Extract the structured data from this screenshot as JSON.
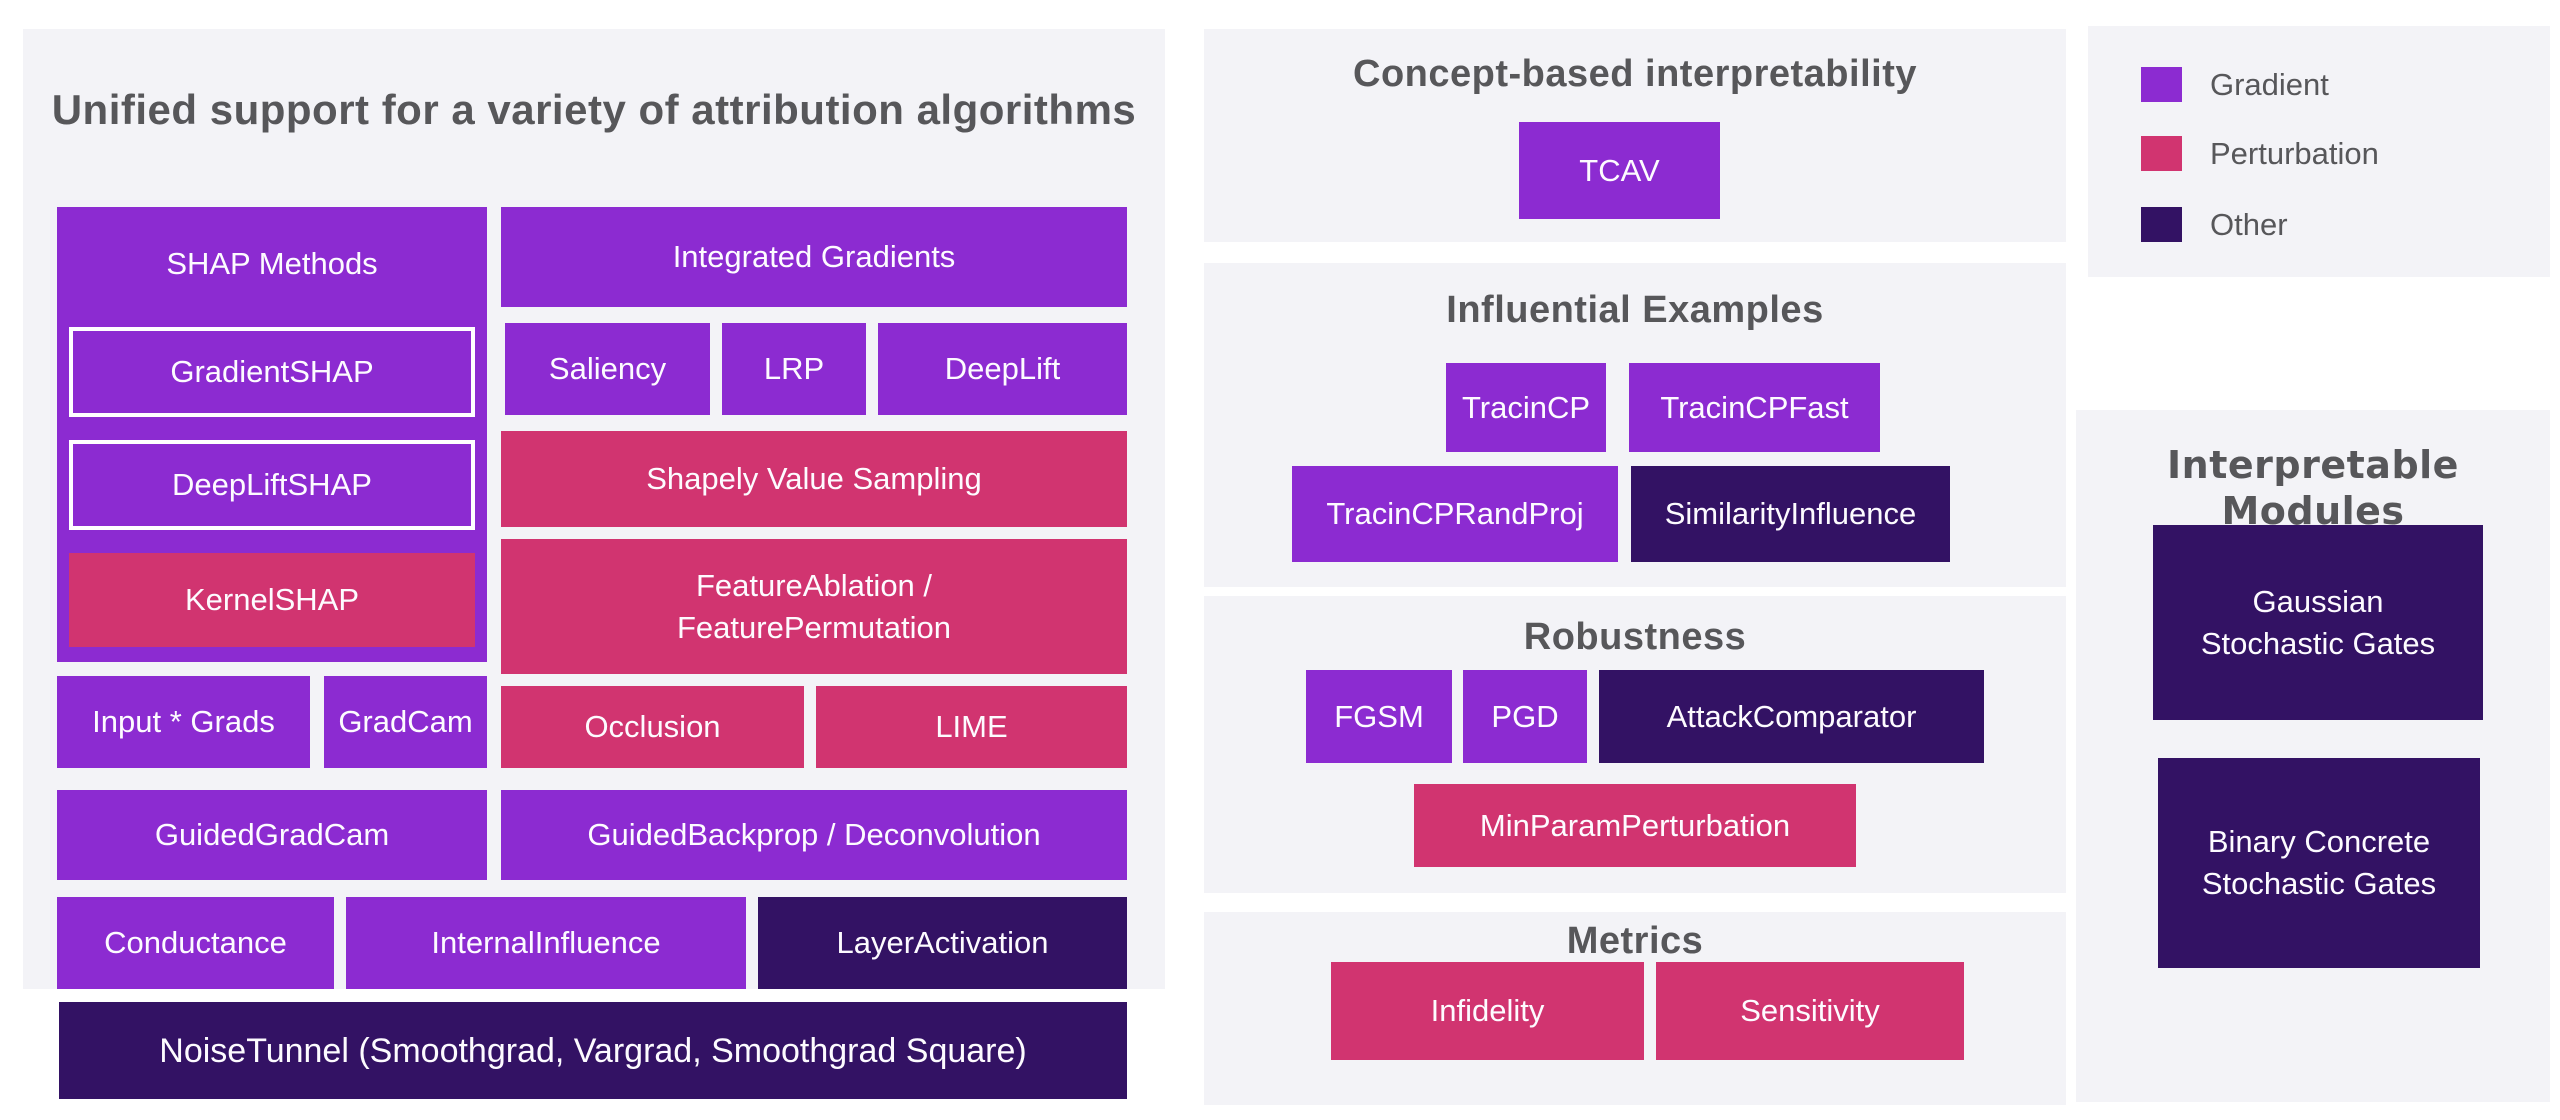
{
  "colors": {
    "gradient": "#8c2bd1",
    "perturbation": "#d13470",
    "other": "#331264",
    "panel": "#f3f3f7",
    "heading": "#57575a",
    "box_text": "#fdfbff"
  },
  "left_panel": {
    "title": "Unified support for a variety of attribution algorithms",
    "shap_group": {
      "label": "SHAP Methods",
      "category": "gradient",
      "items": [
        {
          "label": "GradientSHAP",
          "category": "gradient"
        },
        {
          "label": "DeepLiftSHAP",
          "category": "gradient"
        },
        {
          "label": "KernelSHAP",
          "category": "perturbation"
        }
      ]
    },
    "boxes": [
      {
        "label": "Integrated Gradients",
        "category": "gradient"
      },
      {
        "label": "Saliency",
        "category": "gradient"
      },
      {
        "label": "LRP",
        "category": "gradient"
      },
      {
        "label": "DeepLift",
        "category": "gradient"
      },
      {
        "label": "Shapely Value Sampling",
        "category": "perturbation"
      },
      {
        "label": "FeatureAblation /\nFeaturePermutation",
        "category": "perturbation"
      },
      {
        "label": "Input * Grads",
        "category": "gradient"
      },
      {
        "label": "GradCam",
        "category": "gradient"
      },
      {
        "label": "Occlusion",
        "category": "perturbation"
      },
      {
        "label": "LIME",
        "category": "perturbation"
      },
      {
        "label": "GuidedGradCam",
        "category": "gradient"
      },
      {
        "label": "GuidedBackprop / Deconvolution",
        "category": "gradient"
      },
      {
        "label": "Conductance",
        "category": "gradient"
      },
      {
        "label": "InternalInfluence",
        "category": "gradient"
      },
      {
        "label": "LayerActivation",
        "category": "other"
      }
    ],
    "noise_tunnel": {
      "label": "NoiseTunnel (Smoothgrad, Vargrad, Smoothgrad Square)",
      "category": "other"
    }
  },
  "middle": {
    "concept": {
      "title": "Concept-based interpretability",
      "boxes": [
        {
          "label": "TCAV",
          "category": "gradient"
        }
      ]
    },
    "influential": {
      "title": "Influential Examples",
      "boxes": [
        {
          "label": "TracinCP",
          "category": "gradient"
        },
        {
          "label": "TracinCPFast",
          "category": "gradient"
        },
        {
          "label": "TracinCPRandProj",
          "category": "gradient"
        },
        {
          "label": "SimilarityInfluence",
          "category": "other"
        }
      ]
    },
    "robustness": {
      "title": "Robustness",
      "boxes": [
        {
          "label": "FGSM",
          "category": "gradient"
        },
        {
          "label": "PGD",
          "category": "gradient"
        },
        {
          "label": "AttackComparator",
          "category": "other"
        },
        {
          "label": "MinParamPerturbation",
          "category": "perturbation"
        }
      ]
    },
    "metrics": {
      "title": "Metrics",
      "boxes": [
        {
          "label": "Infidelity",
          "category": "perturbation"
        },
        {
          "label": "Sensitivity",
          "category": "perturbation"
        }
      ]
    }
  },
  "right": {
    "legend": {
      "items": [
        {
          "label": "Gradient",
          "category": "gradient"
        },
        {
          "label": "Perturbation",
          "category": "perturbation"
        },
        {
          "label": "Other",
          "category": "other"
        }
      ]
    },
    "interpretable": {
      "title": "Interpretable Modules",
      "boxes": [
        {
          "label": "Gaussian\nStochastic Gates",
          "category": "other"
        },
        {
          "label": "Binary Concrete\nStochastic Gates",
          "category": "other"
        }
      ]
    }
  }
}
